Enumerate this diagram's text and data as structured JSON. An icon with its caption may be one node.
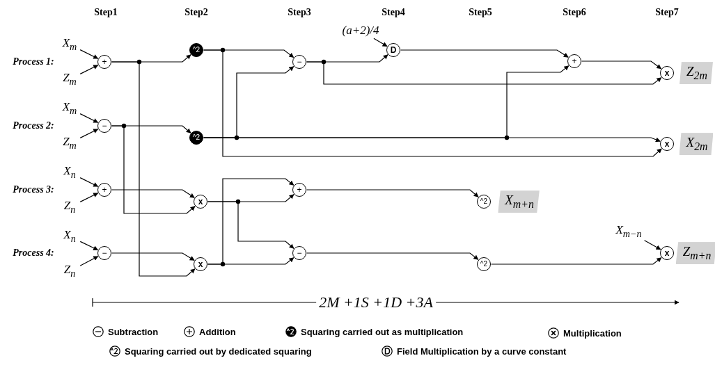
{
  "diagram": {
    "nodes": [
      {
        "text": [
          "X$_{m}$"
        ]
      },
      {
        "text": [
          "Z$_{m}$"
        ]
      },
      {
        "text": [
          "+"
        ]
      },
      {
        "text": [
          "^2"
        ]
      },
      {
        "text": [
          "(*a*+2)/4"
        ]
      },
      {
        "text": [
          "−"
        ]
      },
      {
        "text": [
          "D"
        ]
      },
      {
        "text": [
          "+"
        ]
      },
      {
        "text": [
          "x"
        ]
      },
      {
        "text": [
          "Z$_{2m}$"
        ]
      },
      {
        "text": [
          "X$_{m}$"
        ]
      },
      {
        "text": [
          "Z$_{m}$"
        ]
      },
      {
        "text": [
          "−"
        ]
      },
      {
        "text": [
          "^2"
        ]
      },
      {
        "text": [
          "x"
        ]
      },
      {
        "text": [
          "X$_{2m}$"
        ]
      },
      {
        "text": [
          "X$_{n}$"
        ]
      },
      {
        "text": [
          "Z$_{n}$"
        ]
      },
      {
        "text": [
          "+"
        ]
      },
      {
        "text": [
          "x"
        ]
      },
      {
        "text": [
          "+"
        ]
      },
      {
        "text": [
          "^2"
        ]
      },
      {
        "text": [
          "X$_{m+n}$"
        ]
      },
      {
        "text": [
          "X$_{n}$"
        ]
      },
      {
        "text": [
          "Z$_{n}$"
        ]
      },
      {
        "text": [
          "−"
        ]
      },
      {
        "text": [
          "x"
        ]
      },
      {
        "text": [
          "−"
        ]
      },
      {
        "text": [
          "^2"
        ]
      },
      {
        "text": [
          "X$_{m−n}$"
        ]
      },
      {
        "text": [
          "x"
        ]
      },
      {
        "text": [
          "Z$_{m+n}$"
        ]
      }
    ],
    "edges": [
      {
        "from": 0,
        "to": 2,
        "arrow": "to"
      },
      {
        "from": 1,
        "to": 2,
        "arrow": "to"
      },
      {
        "from": 2,
        "to": 3,
        "arrow": "to"
      },
      {
        "from": 2,
        "to": 26,
        "arrow": "to"
      },
      {
        "from": 3,
        "to": 5,
        "arrow": "to"
      },
      {
        "from": 3,
        "to": 14,
        "arrow": "to"
      },
      {
        "from": 13,
        "to": 5,
        "arrow": "to"
      },
      {
        "from": 4,
        "to": 6,
        "arrow": "to"
      },
      {
        "from": 5,
        "to": 6,
        "arrow": "to"
      },
      {
        "from": 5,
        "to": 8,
        "arrow": "to"
      },
      {
        "from": 6,
        "to": 7,
        "arrow": "to"
      },
      {
        "from": 13,
        "to": 7,
        "arrow": "to"
      },
      {
        "from": 7,
        "to": 8,
        "arrow": "to"
      },
      {
        "from": 10,
        "to": 12,
        "arrow": "to"
      },
      {
        "from": 11,
        "to": 12,
        "arrow": "to"
      },
      {
        "from": 12,
        "to": 13,
        "arrow": "to"
      },
      {
        "from": 12,
        "to": 19,
        "arrow": "to"
      },
      {
        "from": 13,
        "to": 14,
        "arrow": "to"
      },
      {
        "from": 16,
        "to": 18,
        "arrow": "to"
      },
      {
        "from": 17,
        "to": 18,
        "arrow": "to"
      },
      {
        "from": 18,
        "to": 19,
        "arrow": "to"
      },
      {
        "from": 19,
        "to": 20,
        "arrow": "to"
      },
      {
        "from": 19,
        "to": 27,
        "arrow": "to"
      },
      {
        "from": 26,
        "to": 20,
        "arrow": "to"
      },
      {
        "from": 26,
        "to": 27,
        "arrow": "to"
      },
      {
        "from": 20,
        "to": 21,
        "arrow": "to"
      },
      {
        "from": 27,
        "to": 28,
        "arrow": "to"
      },
      {
        "from": 23,
        "to": 25,
        "arrow": "to"
      },
      {
        "from": 24,
        "to": 25,
        "arrow": "to"
      },
      {
        "from": 25,
        "to": 26,
        "arrow": "to"
      },
      {
        "from": 28,
        "to": 30,
        "arrow": "to"
      },
      {
        "from": 29,
        "to": 30,
        "arrow": "to"
      }
    ],
    "labels": [
      "Step1",
      "Step2",
      "Step3",
      "Step4",
      "Step5",
      "Step6",
      "Step7",
      "Process 1:",
      "Process 2:",
      "Process 3:",
      "Process 4:",
      "2M +1S +1D +3A"
    ],
    "legend": [
      {
        "text": "Subtraction"
      },
      {
        "text": "Addition"
      },
      {
        "text": "Squaring carried out as multiplication"
      },
      {
        "text": "Multiplication"
      },
      {
        "text": "Squaring carried out by dedicated squaring"
      },
      {
        "text": "Field Multiplication by a curve constant"
      }
    ]
  }
}
